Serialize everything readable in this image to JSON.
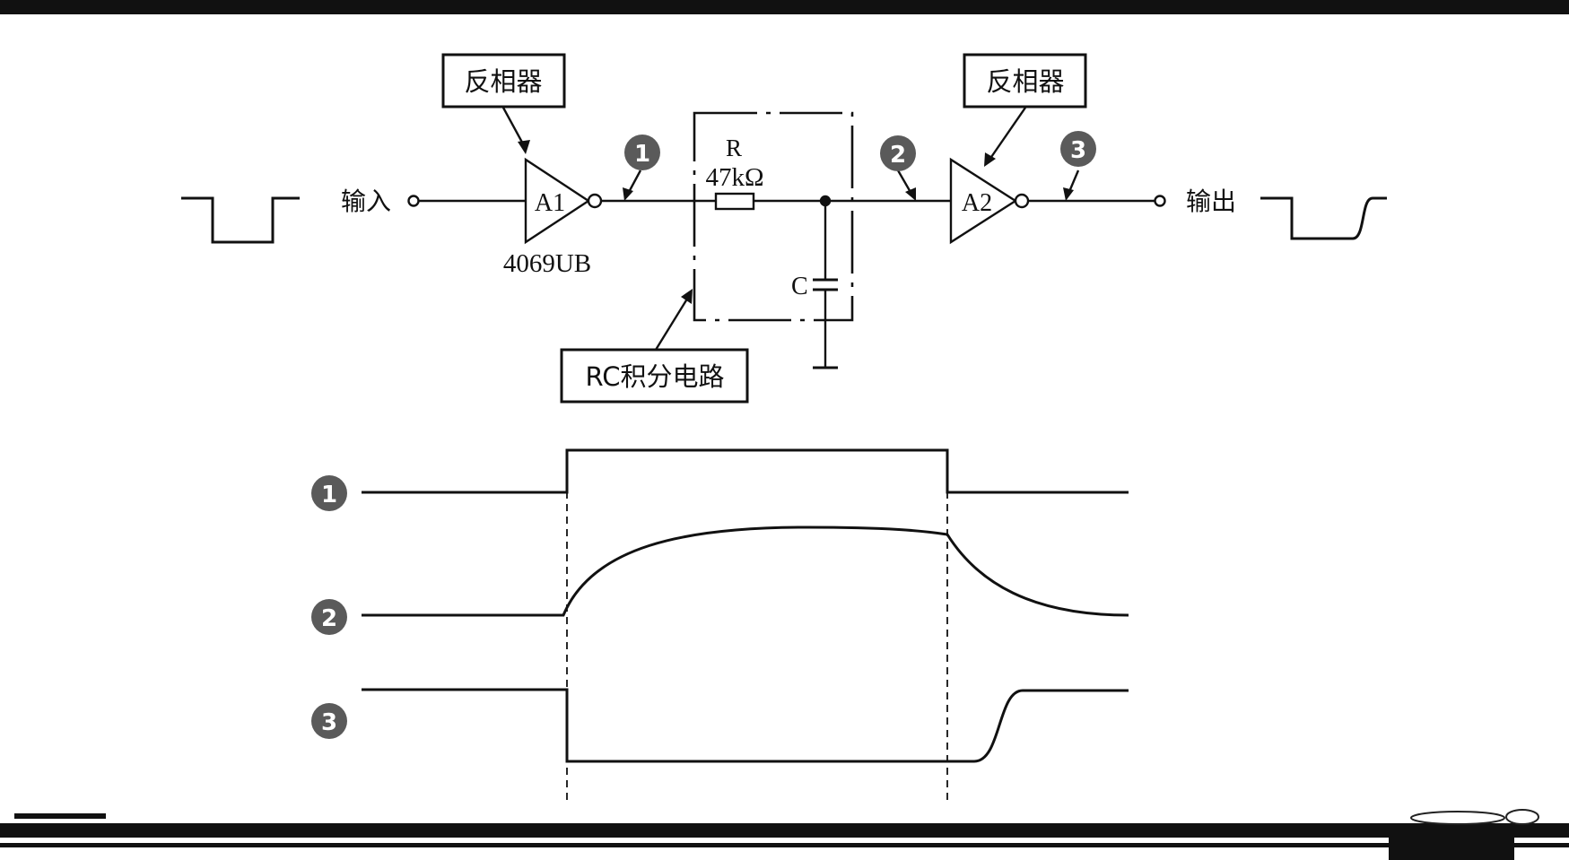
{
  "colors": {
    "ink": "#111111",
    "badge": "#5a5a5a",
    "background": "#ffffff"
  },
  "circuit": {
    "input_label": "输入",
    "output_label": "输出",
    "inverter1": {
      "callout": "反相器",
      "symbol_label": "A1",
      "part_number": "4069UB"
    },
    "inverter2": {
      "callout": "反相器",
      "symbol_label": "A2"
    },
    "rc_block": {
      "callout": "RC积分电路",
      "resistor_label": "R",
      "resistor_value": "47kΩ",
      "capacitor_label": "C"
    },
    "test_points": [
      "1",
      "2",
      "3"
    ]
  },
  "waveforms": {
    "rows": [
      {
        "marker": "1",
        "shape": "rectangular pulse"
      },
      {
        "marker": "2",
        "shape": "RC charge / discharge curve"
      },
      {
        "marker": "3",
        "shape": "inverted pulse with delayed recovery"
      }
    ]
  }
}
